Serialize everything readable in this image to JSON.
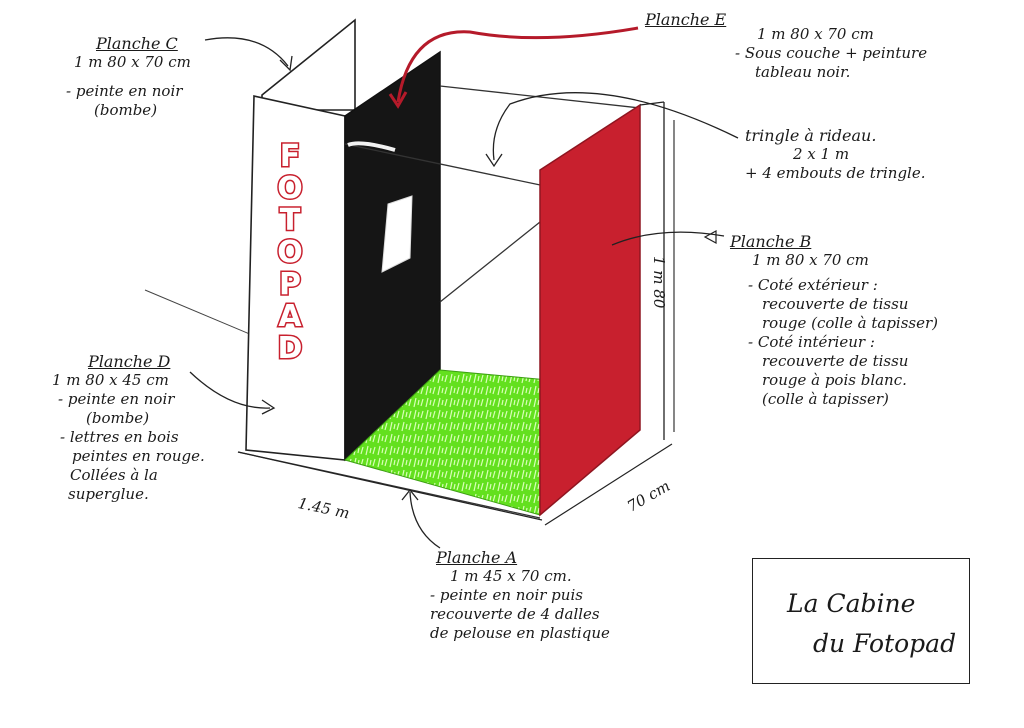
{
  "title": {
    "line1": "La Cabine",
    "line2": "du Fotopad"
  },
  "sign_letters": [
    "F",
    "O",
    "T",
    "O",
    "P",
    "A",
    "D"
  ],
  "colors": {
    "ink": "#1b1b1b",
    "red_panel": "#c8202e",
    "black_panel": "#151515",
    "grass": "#63e01e",
    "arrow_red": "#b51a2a"
  },
  "dimensions": {
    "width": "1.45 m",
    "depth": "70 cm",
    "height": "1 m 80"
  },
  "labels": {
    "planche_c": {
      "title": "Planche C",
      "lines": [
        "1 m 80 x 70 cm",
        "- peinte en noir",
        "(bombe)"
      ]
    },
    "planche_e": {
      "title": "Planche E",
      "lines": [
        "1 m 80 x 70 cm",
        "- Sous couche + peinture",
        "tableau noir."
      ]
    },
    "tringle": {
      "lines": [
        "tringle à rideau.",
        "2 x 1 m",
        "+ 4 embouts de tringle."
      ]
    },
    "planche_b": {
      "title": "Planche B",
      "lines": [
        "1 m 80 x 70 cm",
        "- Coté extérieur :",
        "recouverte de tissu",
        "rouge (colle à tapisser)",
        "- Coté intérieur :",
        "recouverte de tissu",
        "rouge à pois blanc.",
        "(colle à tapisser)"
      ]
    },
    "planche_d": {
      "title": "Planche D",
      "lines": [
        "1 m 80 x 45 cm",
        "- peinte en noir",
        "(bombe)",
        "- lettres en bois",
        "peintes en rouge.",
        "Collées à la",
        "superglue."
      ]
    },
    "planche_a": {
      "title": "Planche A",
      "lines": [
        "1 m 45 x 70 cm.",
        "- peinte en noir puis",
        "recouverte de 4 dalles",
        "de pelouse en plastique"
      ]
    }
  }
}
